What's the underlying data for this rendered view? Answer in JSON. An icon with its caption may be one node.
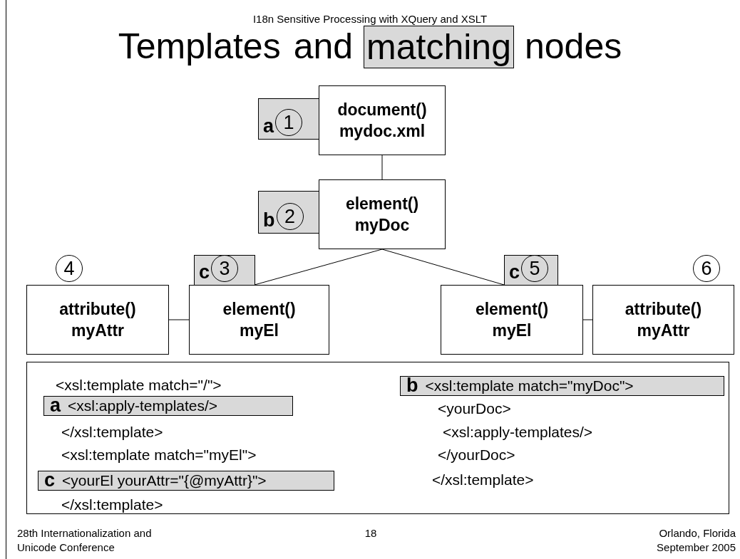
{
  "diagram": {
    "title": "Templates and matching nodes",
    "nodes": [
      {
        "text": [
          "document()",
          "mydoc.xml"
        ],
        "beside": [
          "a",
          "1"
        ]
      },
      {
        "text": [
          "element()",
          "myDoc"
        ],
        "beside": [
          "b",
          "2"
        ]
      },
      {
        "text": [
          "attribute()",
          "myAttr"
        ],
        "beside": [
          "4"
        ]
      },
      {
        "text": [
          "element()",
          "myEl"
        ],
        "beside": [
          "c",
          "3"
        ]
      },
      {
        "text": [
          "element()",
          "myEl"
        ],
        "beside": [
          "c",
          "5"
        ]
      },
      {
        "text": [
          "attribute()",
          "myAttr"
        ],
        "beside": [
          "6"
        ]
      },
      {
        "text": [
          "<xsl:template match=\"/\">",
          "</xsl:template>",
          "<xsl:template match=\"myEl\">",
          "</xsl:template>",
          "<yourDoc>",
          "<xsl:apply-templates/>",
          "</yourDoc>",
          "</xsl:template>"
        ]
      },
      {
        "text": [
          "a",
          "<xsl:apply-templates/>"
        ],
        "in": 6
      },
      {
        "text": [
          "c",
          "<yourEl yourAttr=\"{@myAttr}\">"
        ],
        "in": 6
      },
      {
        "text": [
          "b",
          "<xsl:template match=\"myDoc\">"
        ],
        "in": 6
      }
    ],
    "edges": [
      {
        "from": 0,
        "to": 1,
        "arrow": "none"
      },
      {
        "from": 1,
        "to": 3,
        "arrow": "none"
      },
      {
        "from": 1,
        "to": 4,
        "arrow": "none"
      },
      {
        "from": 2,
        "to": 3,
        "arrow": "none"
      },
      {
        "from": 4,
        "to": 5,
        "arrow": "none"
      }
    ],
    "labels": [
      "I18n Sensitive Processing with XQuery and XSLT",
      "28th Internationalization and Unicode Conference",
      "18",
      "Orlando, Florida September 2005"
    ]
  }
}
